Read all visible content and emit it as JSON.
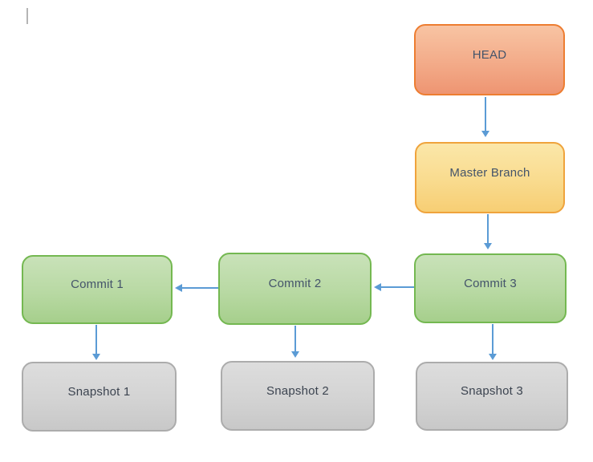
{
  "diagram": {
    "type": "flowchart",
    "nodes": [
      {
        "id": "head",
        "label": "HEAD",
        "kind": "head"
      },
      {
        "id": "master-branch",
        "label": "Master Branch",
        "kind": "branch"
      },
      {
        "id": "commit-1",
        "label": "Commit 1",
        "kind": "commit"
      },
      {
        "id": "commit-2",
        "label": "Commit 2",
        "kind": "commit"
      },
      {
        "id": "commit-3",
        "label": "Commit 3",
        "kind": "commit"
      },
      {
        "id": "snapshot-1",
        "label": "Snapshot 1",
        "kind": "snapshot"
      },
      {
        "id": "snapshot-2",
        "label": "Snapshot 2",
        "kind": "snapshot"
      },
      {
        "id": "snapshot-3",
        "label": "Snapshot 3",
        "kind": "snapshot"
      }
    ],
    "edges": [
      {
        "from": "head",
        "to": "master-branch",
        "direction": "down"
      },
      {
        "from": "master-branch",
        "to": "commit-3",
        "direction": "down"
      },
      {
        "from": "commit-3",
        "to": "commit-2",
        "direction": "left"
      },
      {
        "from": "commit-2",
        "to": "commit-1",
        "direction": "left"
      },
      {
        "from": "commit-1",
        "to": "snapshot-1",
        "direction": "down"
      },
      {
        "from": "commit-2",
        "to": "snapshot-2",
        "direction": "down"
      },
      {
        "from": "commit-3",
        "to": "snapshot-3",
        "direction": "down"
      }
    ],
    "palette": {
      "head_fill_top": "#F8C4A3",
      "head_fill_bottom": "#EE9572",
      "head_border": "#ED7D31",
      "branch_fill_top": "#FBE7A9",
      "branch_fill_bottom": "#F7CE74",
      "branch_border": "#EFA33C",
      "commit_fill_top": "#C9E2B9",
      "commit_fill_bottom": "#A6CF8C",
      "commit_border": "#74B851",
      "snapshot_fill_top": "#DDDDDD",
      "snapshot_fill_bottom": "#C8C8C8",
      "snapshot_border": "#ACACAC",
      "arrow_color": "#5B9BD5",
      "text_color": "#44546A",
      "background": "#FFFFFF"
    }
  }
}
